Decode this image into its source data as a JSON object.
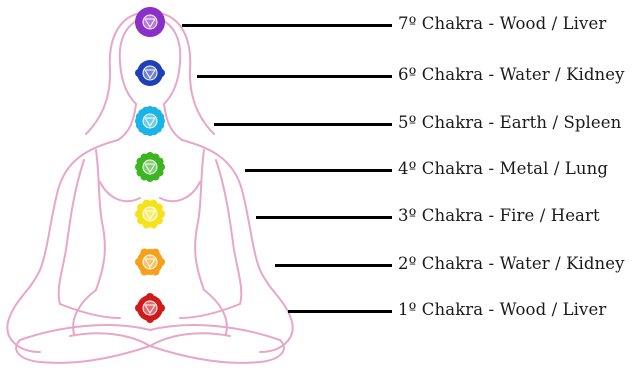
{
  "chakras": [
    {
      "label": "7º Chakra - Wood / Liver",
      "color": "#8b2fc9",
      "icon": "crown-chakra-icon"
    },
    {
      "label": "6º Chakra - Water / Kidney",
      "color": "#1f3fb8",
      "icon": "third-eye-chakra-icon"
    },
    {
      "label": "5º Chakra - Earth / Spleen",
      "color": "#1ab4e6",
      "icon": "throat-chakra-icon"
    },
    {
      "label": "4º Chakra - Metal / Lung",
      "color": "#3cb521",
      "icon": "heart-chakra-icon"
    },
    {
      "label": "3º Chakra - Fire / Heart",
      "color": "#f5e21a",
      "icon": "solar-plexus-chakra-icon"
    },
    {
      "label": "2º Chakra - Water / Kidney",
      "color": "#f5a21a",
      "icon": "sacral-chakra-icon"
    },
    {
      "label": "1º Chakra - Wood / Liver",
      "color": "#d21a1a",
      "icon": "root-chakra-icon"
    }
  ],
  "silhouette_color": "#e8a6c8"
}
